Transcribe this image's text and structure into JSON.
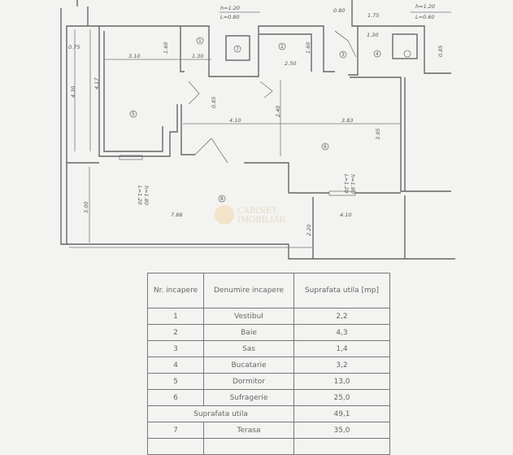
{
  "plan": {
    "rooms": [
      "1",
      "2",
      "3",
      "4",
      "5",
      "6",
      "7",
      "8"
    ],
    "dimensions": {
      "window_top_1": "h=1.20",
      "window_top_1_l": "L=0.80",
      "window_top_2": "h=1.20",
      "window_top_2_l": "L=0.60",
      "d_0_80": "0.80",
      "d_1_75": "1.75",
      "d_1_30_b": "1.30",
      "d_0_75": "0.75",
      "d_3_10": "3.10",
      "d_1_60_a": "1.60",
      "d_1_30": "1.30",
      "d_2_50": "2.50",
      "d_1_60_b": "1.60",
      "d_0_85_a": "0.85",
      "d_0_85_b": "0.85",
      "d_4_30": "4.30",
      "d_4_17": "4.17",
      "d_4_10": "4.10",
      "d_2_40": "2.40",
      "d_3_83": "3.83",
      "d_3_95": "3.95",
      "win_left_h": "h=1.80",
      "win_left_l": "L=1.20",
      "win_right_h": "h=1.80",
      "win_right_l": "L=1.20",
      "d_3_00": "3.00",
      "d_7_88": "7.88",
      "d_4_10_b": "4.10",
      "d_2_20": "2.20"
    },
    "watermark": [
      "CABINET",
      "IMOBILIAR"
    ]
  },
  "table": {
    "headers": [
      "Nr. incapere",
      "Denumire incapere",
      "Suprafata utila [mp]"
    ],
    "rows": [
      {
        "nr": "1",
        "name": "Vestibul",
        "area": "2,2"
      },
      {
        "nr": "2",
        "name": "Baie",
        "area": "4,3"
      },
      {
        "nr": "3",
        "name": "Sas",
        "area": "1,4"
      },
      {
        "nr": "4",
        "name": "Bucatarie",
        "area": "3,2"
      },
      {
        "nr": "5",
        "name": "Dormitor",
        "area": "13,0"
      },
      {
        "nr": "6",
        "name": "Sufragerie",
        "area": "25,0"
      }
    ],
    "total_label": "Suprafata utila",
    "total_value": "49,1",
    "extra": {
      "nr": "7",
      "name": "Terasa",
      "area": "35,0"
    }
  }
}
